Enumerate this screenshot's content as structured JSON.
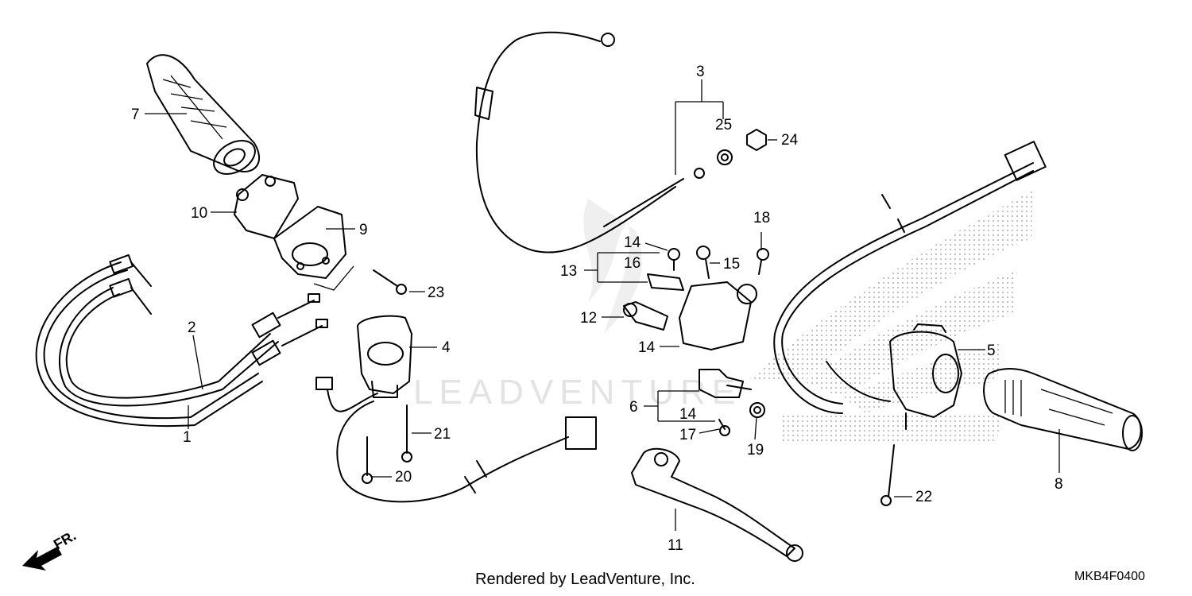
{
  "diagram": {
    "callouts": [
      "1",
      "2",
      "3",
      "4",
      "5",
      "6",
      "7",
      "8",
      "9",
      "10",
      "11",
      "12",
      "13",
      "14",
      "14",
      "14",
      "14",
      "15",
      "16",
      "17",
      "18",
      "19",
      "20",
      "21",
      "22",
      "23",
      "24",
      "25"
    ],
    "front_marker": "FR.",
    "watermark_text": "LEADVENTURE",
    "credit": "Rendered by LeadVenture, Inc.",
    "diagram_code": "MKB4F0400"
  }
}
